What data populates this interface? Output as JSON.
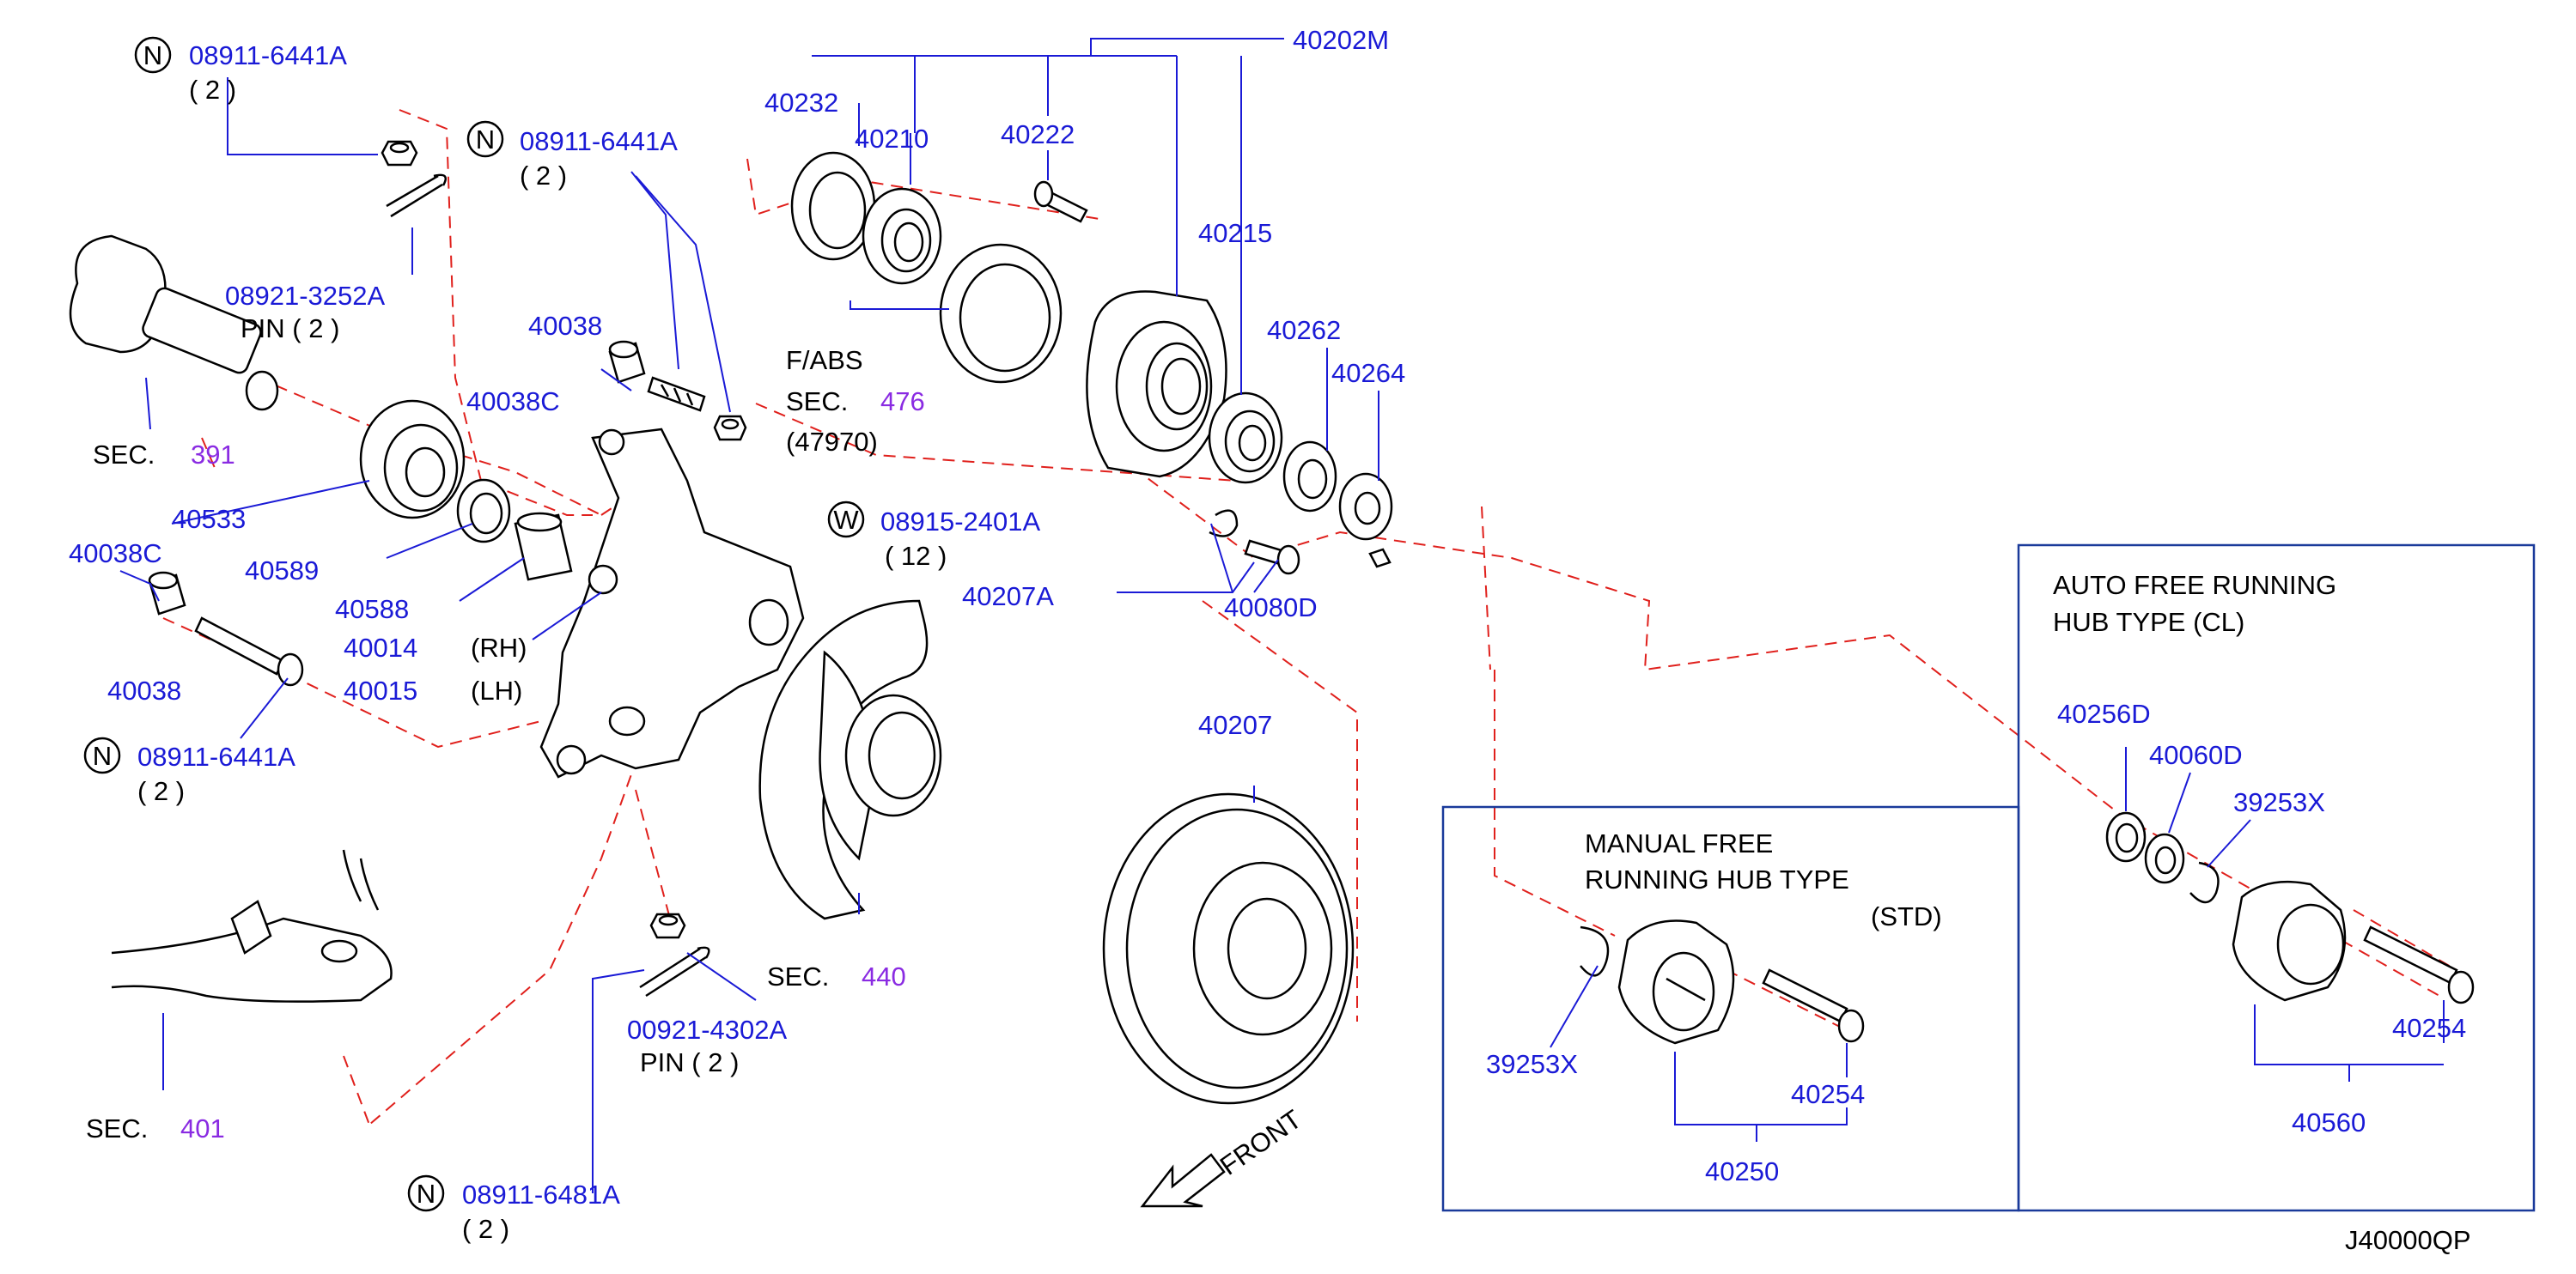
{
  "diagram_code": "J40000QP",
  "colors": {
    "part_number": "#1a1ad6",
    "section_ref": "#8a2be2",
    "centerline": "#e0201c",
    "box": "#1a3a9a"
  },
  "labels": {
    "n1_marker": "N",
    "n1_pn": "08911-6441A",
    "n1_qty": "( 2 )",
    "n2_marker": "N",
    "n2_pn": "08911-6441A",
    "n2_qty": "( 2 )",
    "pin1_pn": "08921-3252A",
    "pin1_text": "PIN  ( 2 )",
    "p40038": "40038",
    "p40038c_a": "40038C",
    "sec391_text": "SEC.",
    "sec391_num": "391",
    "p40533": "40533",
    "p40589": "40589",
    "p40588": "40588",
    "p40038c_b": "40038C",
    "p40014": "40014",
    "rh": "(RH)",
    "p40038_b": "40038",
    "p40015": "40015",
    "lh": "(LH)",
    "n3_marker": "N",
    "n3_pn": "08911-6441A",
    "n3_qty": "( 2 )",
    "sec401_text": "SEC.",
    "sec401_num": "401",
    "n4_marker": "N",
    "n4_pn": "08911-6481A",
    "n4_qty": "( 2 )",
    "pin2_pn": "00921-4302A",
    "pin2_text": "PIN  ( 2 )",
    "sec440_text": "SEC.",
    "sec440_num": "440",
    "w_marker": "W",
    "w_pn": "08915-2401A",
    "w_qty": "( 12 )",
    "fabs": "F/ABS",
    "sec476_text": "SEC.",
    "sec476_num": "476",
    "sec476_sub": "(47970)",
    "p40232": "40232",
    "p40210": "40210",
    "p40222": "40222",
    "p40202m": "40202M",
    "p40215": "40215",
    "p40262": "40262",
    "p40264": "40264",
    "p40207a": "40207A",
    "p40080d": "40080D",
    "p40207": "40207",
    "front": "FRONT",
    "manual_title_1": "MANUAL  FREE",
    "manual_title_2": "RUNNING  HUB  TYPE",
    "manual_title_3": "(STD)",
    "m_39253x": "39253X",
    "m_40254": "40254",
    "m_40250": "40250",
    "auto_title_1": "AUTO  FREE  RUNNING",
    "auto_title_2": "HUB  TYPE  (CL)",
    "a_40256d": "40256D",
    "a_40060d": "40060D",
    "a_39253x": "39253X",
    "a_40254": "40254",
    "a_40560": "40560"
  }
}
